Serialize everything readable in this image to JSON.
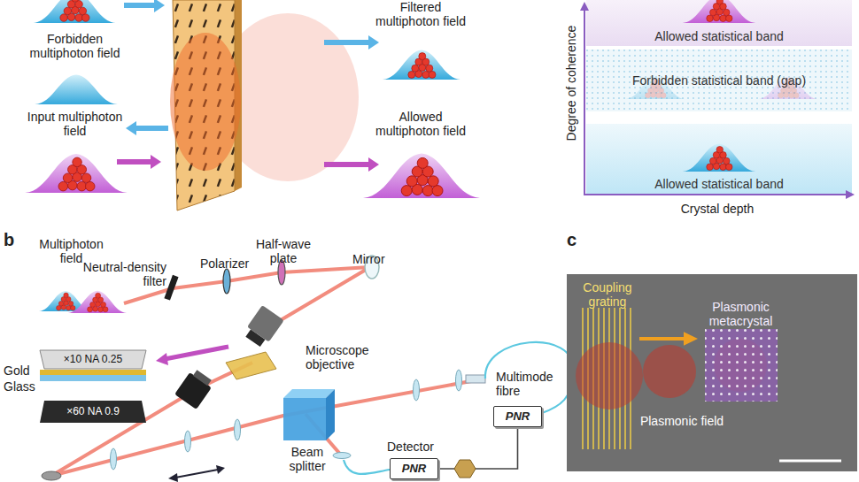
{
  "diagram": {
    "nodes": [
      {
        "text": [
          "Allowed statistical band"
        ]
      },
      {
        "text": [
          "Forbidden statistical band (gap)"
        ]
      },
      {
        "text": [
          "Allowed statistical band"
        ]
      },
      {
        "text": [
          "PNR"
        ]
      },
      {
        "text": [
          "PNR"
        ]
      },
      {
        "text": [
          "Coupling grating"
        ]
      },
      {
        "text": [
          "Plasmonic metacrystal"
        ]
      }
    ],
    "edges": [
      {
        "from": 3,
        "to": 4,
        "arrow": "none"
      },
      {
        "from": 5,
        "to": 6,
        "arrow": "to"
      }
    ],
    "labels": [
      "Filtered multiphoton field",
      "Forbidden multiphoton field",
      "Input multiphoton field",
      "Allowed multiphoton field",
      "Degree of coherence",
      "Crystal depth",
      "b",
      "Multiphoton field",
      "Neutral-density filter",
      "Polarizer",
      "Half-wave plate",
      "Mirror",
      "Microscope objective",
      "×10 NA 0.25",
      "Gold",
      "Glass",
      "×60 NA 0.9",
      "Multimode fibre",
      "Beam splitter",
      "Detector",
      "c",
      "Plasmonic field"
    ]
  }
}
